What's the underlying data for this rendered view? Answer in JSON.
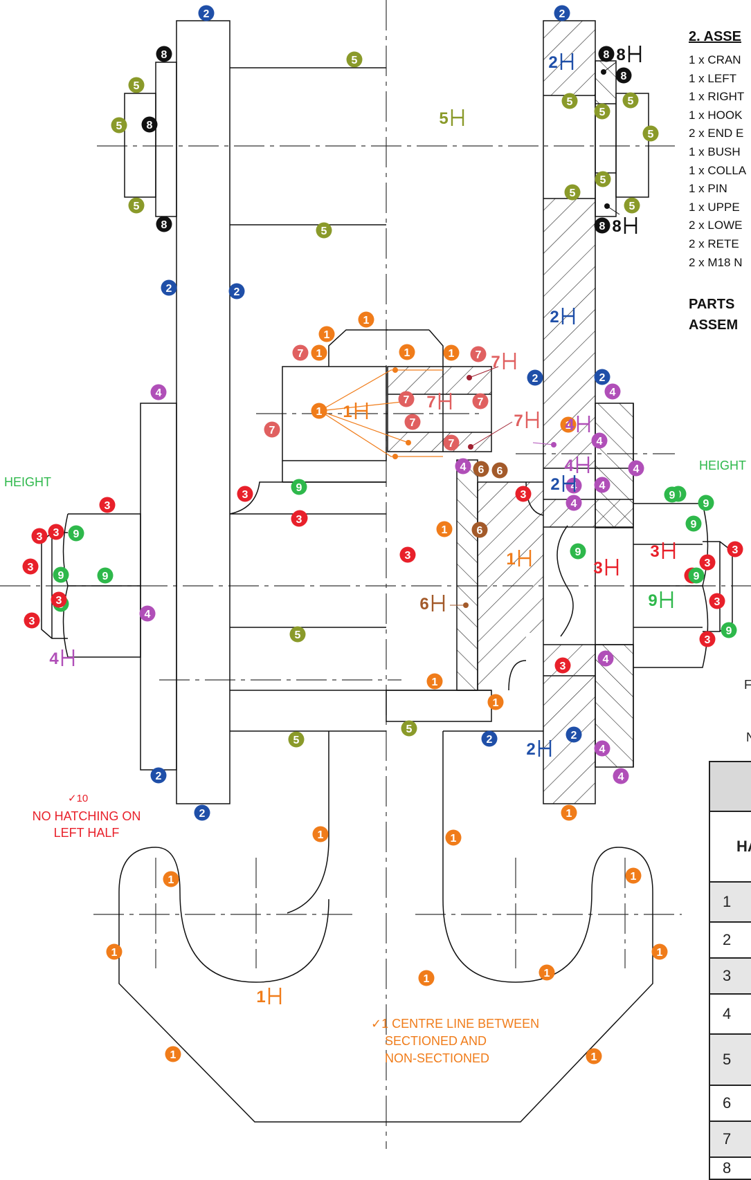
{
  "colors": {
    "1": "#f07c1a",
    "2": "#1f4fa8",
    "3": "#e8202a",
    "4": "#b04fb8",
    "5": "#8a9a2a",
    "6": "#a35a2a",
    "7": "#e06060",
    "8": "#111111",
    "9": "#2eb84b"
  },
  "assembly": {
    "title": "2. ASSE",
    "parts": [
      "1 x CRAN",
      "1 x LEFT",
      "1 x RIGHT",
      "1 x HOOK",
      "2 x END E",
      "1 x BUSH",
      "1 x COLLA",
      "1 x PIN",
      "1 x UPPE",
      "2 x LOWE",
      "2 x RETE",
      "2 x M18 N"
    ],
    "parts_heading": [
      "PARTS",
      "ASSEM"
    ]
  },
  "notes": {
    "height_left": "HEIGHT",
    "height_right": "HEIGHT",
    "tick_10": "✓10",
    "no_hatching": [
      "NO HATCHING ON",
      "LEFT HALF"
    ],
    "centre_line": [
      "✓1 CENTRE LINE BETWEEN",
      "SECTIONED AND",
      "NON-SECTIONED"
    ],
    "stub_f": "F",
    "stub_n": "N"
  },
  "table": {
    "header": "HA",
    "rows": [
      "1",
      "2",
      "3",
      "4",
      "5",
      "6",
      "7",
      "8"
    ]
  },
  "markers": [
    {
      "n": "2",
      "h": false
    },
    {
      "n": "2",
      "h": false
    },
    {
      "n": "8",
      "h": false
    },
    {
      "n": "5",
      "h": false
    },
    {
      "n": "5",
      "h": false
    },
    {
      "n": "5",
      "h": false
    },
    {
      "n": "8",
      "h": false
    },
    {
      "n": "5",
      "h": false
    },
    {
      "n": "8",
      "h": false
    },
    {
      "n": "5",
      "h": false
    },
    {
      "n": "5",
      "h": true
    },
    {
      "n": "2",
      "h": true
    },
    {
      "n": "8",
      "h": false
    },
    {
      "n": "8",
      "h": true
    },
    {
      "n": "8",
      "h": false
    },
    {
      "n": "5",
      "h": false
    },
    {
      "n": "5",
      "h": false
    },
    {
      "n": "5",
      "h": false
    },
    {
      "n": "5",
      "h": false
    },
    {
      "n": "5",
      "h": false
    },
    {
      "n": "5",
      "h": false
    },
    {
      "n": "5",
      "h": false
    },
    {
      "n": "8",
      "h": false
    },
    {
      "n": "8",
      "h": true
    },
    {
      "n": "2",
      "h": false
    },
    {
      "n": "2",
      "h": false
    },
    {
      "n": "2",
      "h": true
    },
    {
      "n": "1",
      "h": false
    },
    {
      "n": "1",
      "h": false
    },
    {
      "n": "7",
      "h": false
    },
    {
      "n": "1",
      "h": false
    },
    {
      "n": "1",
      "h": false
    },
    {
      "n": "1",
      "h": false
    },
    {
      "n": "7",
      "h": false
    },
    {
      "n": "7",
      "h": true
    },
    {
      "n": "2",
      "h": false
    },
    {
      "n": "2",
      "h": false
    },
    {
      "n": "4",
      "h": false
    },
    {
      "n": "4",
      "h": false
    },
    {
      "n": "1",
      "h": false
    },
    {
      "n": "1",
      "h": true
    },
    {
      "n": "7",
      "h": false
    },
    {
      "n": "7",
      "h": true
    },
    {
      "n": "7",
      "h": false
    },
    {
      "n": "7",
      "h": false
    },
    {
      "n": "7",
      "h": true
    },
    {
      "n": "7",
      "h": false
    },
    {
      "n": "7",
      "h": false
    },
    {
      "n": "1",
      "h": false
    },
    {
      "n": "4",
      "h": true
    },
    {
      "n": "4",
      "h": false
    },
    {
      "n": "4",
      "h": true
    },
    {
      "n": "4",
      "h": false
    },
    {
      "n": "4",
      "h": false
    },
    {
      "n": "4",
      "h": false
    },
    {
      "n": "6",
      "h": false
    },
    {
      "n": "6",
      "h": false
    },
    {
      "n": "3",
      "h": false
    },
    {
      "n": "9",
      "h": false
    },
    {
      "n": "9",
      "h": false
    },
    {
      "n": "3",
      "h": false
    },
    {
      "n": "3",
      "h": false
    },
    {
      "n": "3",
      "h": false
    },
    {
      "n": "2",
      "h": true
    },
    {
      "n": "4",
      "h": false
    },
    {
      "n": "4",
      "h": false
    },
    {
      "n": "9",
      "h": false
    },
    {
      "n": "9",
      "h": false
    },
    {
      "n": "9",
      "h": false
    },
    {
      "n": "3",
      "h": false
    },
    {
      "n": "9",
      "h": false
    },
    {
      "n": "3",
      "h": false
    },
    {
      "n": "3",
      "h": false
    },
    {
      "n": "1",
      "h": false
    },
    {
      "n": "6",
      "h": false
    },
    {
      "n": "3",
      "h": false
    },
    {
      "n": "1",
      "h": true
    },
    {
      "n": "3",
      "h": true
    },
    {
      "n": "3",
      "h": true
    },
    {
      "n": "9",
      "h": false
    },
    {
      "n": "3",
      "h": false
    },
    {
      "n": "3",
      "h": false
    },
    {
      "n": "9",
      "h": false
    },
    {
      "n": "9",
      "h": false
    },
    {
      "n": "3",
      "h": false
    },
    {
      "n": "9",
      "h": false
    },
    {
      "n": "9",
      "h": false
    },
    {
      "n": "6",
      "h": true
    },
    {
      "n": "9",
      "h": true
    },
    {
      "n": "3",
      "h": false
    },
    {
      "n": "3",
      "h": false
    },
    {
      "n": "4",
      "h": false
    },
    {
      "n": "3",
      "h": false
    },
    {
      "n": "5",
      "h": false
    },
    {
      "n": "3",
      "h": false
    },
    {
      "n": "3",
      "h": false
    },
    {
      "n": "9",
      "h": false
    },
    {
      "n": "4",
      "h": true
    },
    {
      "n": "4",
      "h": false
    },
    {
      "n": "3",
      "h": false
    },
    {
      "n": "1",
      "h": false
    },
    {
      "n": "1",
      "h": false
    },
    {
      "n": "5",
      "h": false
    },
    {
      "n": "5",
      "h": false
    },
    {
      "n": "2",
      "h": false
    },
    {
      "n": "2",
      "h": true
    },
    {
      "n": "2",
      "h": false
    },
    {
      "n": "4",
      "h": false
    },
    {
      "n": "4",
      "h": false
    },
    {
      "n": "2",
      "h": false
    },
    {
      "n": "2",
      "h": false
    },
    {
      "n": "1",
      "h": false
    },
    {
      "n": "1",
      "h": false
    },
    {
      "n": "1",
      "h": false
    },
    {
      "n": "1",
      "h": false
    },
    {
      "n": "1",
      "h": false
    },
    {
      "n": "1",
      "h": false
    },
    {
      "n": "1",
      "h": false
    },
    {
      "n": "1",
      "h": false
    },
    {
      "n": "1",
      "h": true
    },
    {
      "n": "1",
      "h": false
    },
    {
      "n": "1",
      "h": false
    },
    {
      "n": "1",
      "h": false
    }
  ]
}
